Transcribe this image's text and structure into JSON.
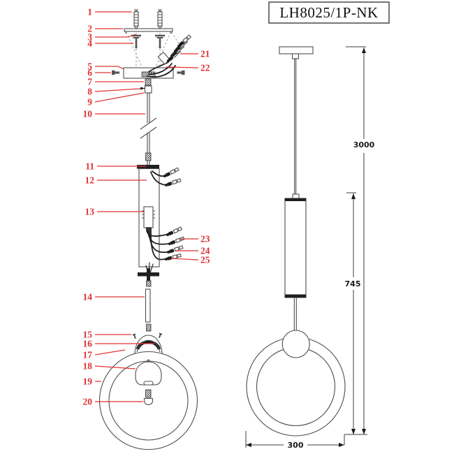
{
  "title_block": {
    "model": "LH8025/1P-NK"
  },
  "callouts": [
    "1",
    "2",
    "3",
    "4",
    "5",
    "6",
    "7",
    "8",
    "9",
    "10",
    "11",
    "12",
    "13",
    "14",
    "15",
    "16",
    "17",
    "18",
    "19",
    "20",
    "21",
    "22",
    "23",
    "24",
    "25"
  ],
  "dimensions": {
    "overall_drop": "3000",
    "fixture_height": "745",
    "ring_diameter": "300"
  },
  "colors": {
    "callout": "#e03333",
    "linework": "#4d4d4d",
    "dark_fill": "#1f1f1f"
  }
}
